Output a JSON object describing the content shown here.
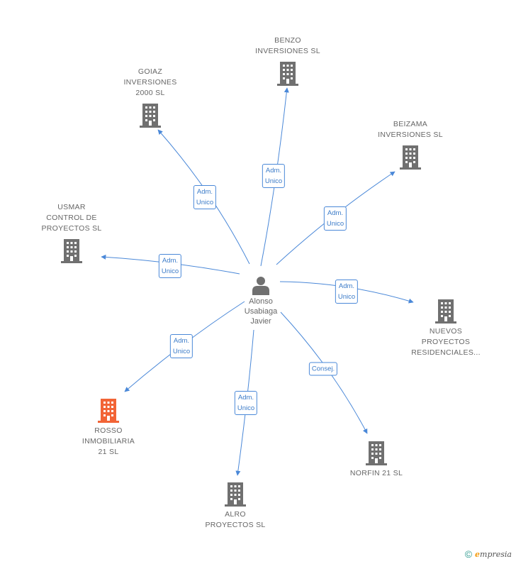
{
  "person": {
    "name": "Alonso\nUsabiaga\nJavier"
  },
  "companies": [
    {
      "id": "benzo",
      "name": "BENZO\nINVERSIONES SL",
      "role": "Adm.\nUnico",
      "color": "#707070"
    },
    {
      "id": "goiaz",
      "name": "GOIAZ\nINVERSIONES\n2000 SL",
      "role": "Adm.\nUnico",
      "color": "#707070"
    },
    {
      "id": "beizama",
      "name": "BEIZAMA\nINVERSIONES SL",
      "role": "Adm.\nUnico",
      "color": "#707070"
    },
    {
      "id": "usmar",
      "name": "USMAR\nCONTROL DE\nPROYECTOS SL",
      "role": "Adm.\nUnico",
      "color": "#707070"
    },
    {
      "id": "nuevos",
      "name": "NUEVOS\nPROYECTOS\nRESIDENCIALES...",
      "role": "Adm.\nUnico",
      "color": "#707070"
    },
    {
      "id": "rosso",
      "name": "ROSSO\nINMOBILIARIA\n21 SL",
      "role": "Adm.\nUnico",
      "color": "#f26436"
    },
    {
      "id": "norfin",
      "name": "NORFIN 21 SL",
      "role": "Consej.",
      "color": "#707070"
    },
    {
      "id": "alro",
      "name": "ALRO\nPROYECTOS SL",
      "role": "Adm.\nUnico",
      "color": "#707070"
    }
  ],
  "footer": {
    "copyright": "©",
    "brand_initial": "e",
    "brand_rest": "mpresia"
  },
  "colors": {
    "edge": "#4a88d8",
    "building": "#707070",
    "highlight": "#f26436"
  }
}
